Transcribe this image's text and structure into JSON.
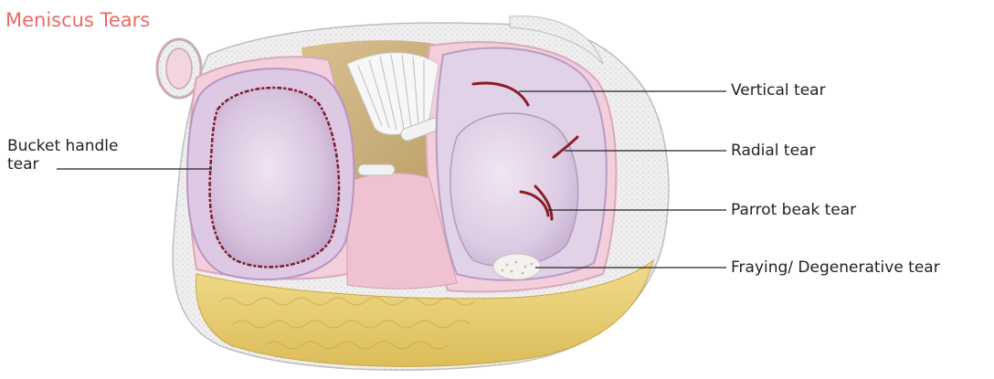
{
  "title": "Meniscus Tears",
  "labels": {
    "bucket_handle_line1": "Bucket handle",
    "bucket_handle_line2": "tear",
    "vertical": "Vertical tear",
    "radial": "Radial tear",
    "parrot_beak": "Parrot beak tear",
    "fraying": "Fraying/ Degenerative tear"
  },
  "colors": {
    "title": "#e96b63",
    "meniscus": "#d9c7e2",
    "cartilage": "#f4c9d6",
    "fat": "#e8cf75",
    "bone": "#ececec",
    "tear": "#8a1d24"
  }
}
